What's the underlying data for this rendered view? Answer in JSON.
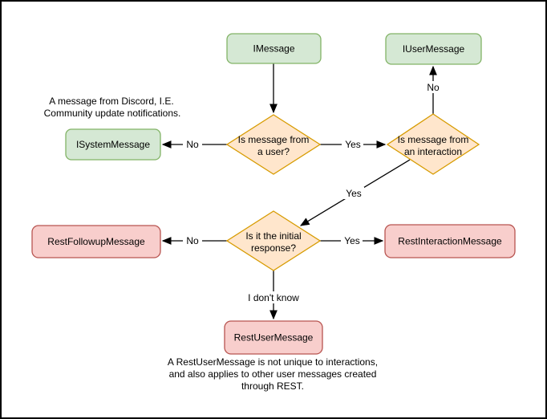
{
  "colors": {
    "interface_fill": "#d5e8d4",
    "interface_stroke": "#82b366",
    "decision_fill": "#ffe6cc",
    "decision_stroke": "#d79b00",
    "rest_fill": "#f8cecc",
    "rest_stroke": "#b85450",
    "edge": "#000000"
  },
  "nodes": {
    "imessage": {
      "label": "IMessage"
    },
    "iusermessage": {
      "label": "IUserMessage"
    },
    "isystemmessage": {
      "label": "ISystemMessage"
    },
    "q_user": {
      "line1": "Is message from",
      "line2": "a user?"
    },
    "q_interaction": {
      "line1": "Is message from",
      "line2": "an interaction"
    },
    "q_initial": {
      "line1": "Is it the initial",
      "line2": "response?"
    },
    "restfollowup": {
      "label": "RestFollowupMessage"
    },
    "restinteraction": {
      "label": "RestInteractionMessage"
    },
    "restuser": {
      "label": "RestUserMessage"
    }
  },
  "edge_labels": {
    "from_user_no": "No",
    "from_user_yes": "Yes",
    "from_interaction_no": "No",
    "from_interaction_yes": "Yes",
    "initial_no": "No",
    "initial_yes": "Yes",
    "initial_unknown": "I don't know"
  },
  "annotations": {
    "system_note_line1": "A message from Discord, I.E.",
    "system_note_line2": "Community update notifications.",
    "rest_note_line1": "A RestUserMessage is not unique to interactions,",
    "rest_note_line2": "and also applies to other user messages created",
    "rest_note_line3": "through REST."
  }
}
